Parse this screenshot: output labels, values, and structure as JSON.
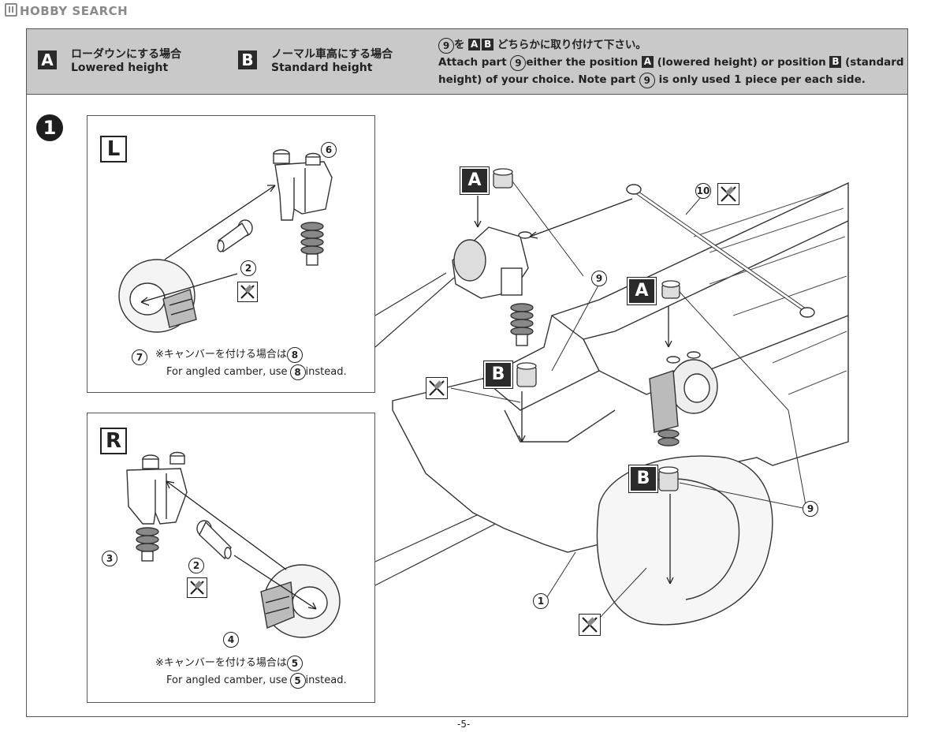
{
  "watermark": "HOBBY SEARCH",
  "header": {
    "option_a": {
      "tag": "A",
      "jp": "ローダウンにする場合",
      "en": "Lowered height"
    },
    "option_b": {
      "tag": "B",
      "jp": "ノーマル車高にする場合",
      "en": "Standard height"
    },
    "note": {
      "jp_text": "を",
      "jp_tail": "どちらかに取り付けて下さい。",
      "part": "9",
      "tag_a": "A",
      "tag_b": "B",
      "en_1": "Attach part",
      "en_2": "either the position",
      "en_3": "(lowered height) or position",
      "en_4": "(standard",
      "en_5": "height) of your choice. Note part",
      "en_6": "is only used 1 piece per each side."
    }
  },
  "step": {
    "number": "1"
  },
  "panel_left": {
    "label": "L",
    "parts": [
      "6",
      "2",
      "7"
    ],
    "camber_jp": "※キャンバーを付ける場合は",
    "camber_part": "8",
    "camber_en_1": "For angled camber, use",
    "camber_en_2": "instead."
  },
  "panel_right": {
    "label": "R",
    "parts": [
      "3",
      "2",
      "4"
    ],
    "camber_jp": "※キャンバーを付ける場合は",
    "camber_part": "5",
    "camber_en_1": "For angled camber, use",
    "camber_en_2": "instead."
  },
  "main": {
    "tag_a": "A",
    "tag_b": "B",
    "part_9": "9",
    "part_10": "10",
    "part_1": "1"
  },
  "icons": [
    "glue-icon"
  ],
  "page_number": "-5-"
}
